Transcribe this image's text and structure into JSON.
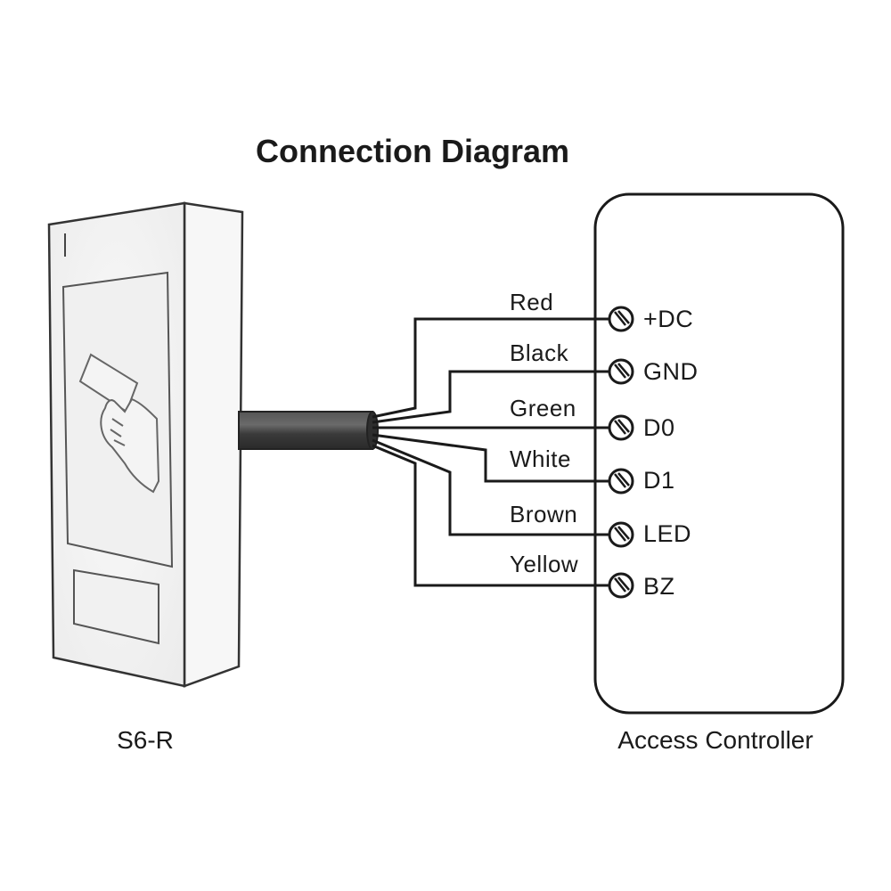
{
  "title": "Connection Diagram",
  "reader": {
    "label": "S6-R",
    "icon": "rfid-card-hand-icon"
  },
  "controller": {
    "label": "Access Controller"
  },
  "wires": [
    {
      "color_name": "Red",
      "terminal": "+DC"
    },
    {
      "color_name": "Black",
      "terminal": "GND"
    },
    {
      "color_name": "Green",
      "terminal": "D0"
    },
    {
      "color_name": "White",
      "terminal": "D1"
    },
    {
      "color_name": "Brown",
      "terminal": "LED"
    },
    {
      "color_name": "Yellow",
      "terminal": "BZ"
    }
  ],
  "colors": {
    "line": "#1a1a1a",
    "cable": "#3a3a3a",
    "reader_face": "#f2f2f2"
  }
}
